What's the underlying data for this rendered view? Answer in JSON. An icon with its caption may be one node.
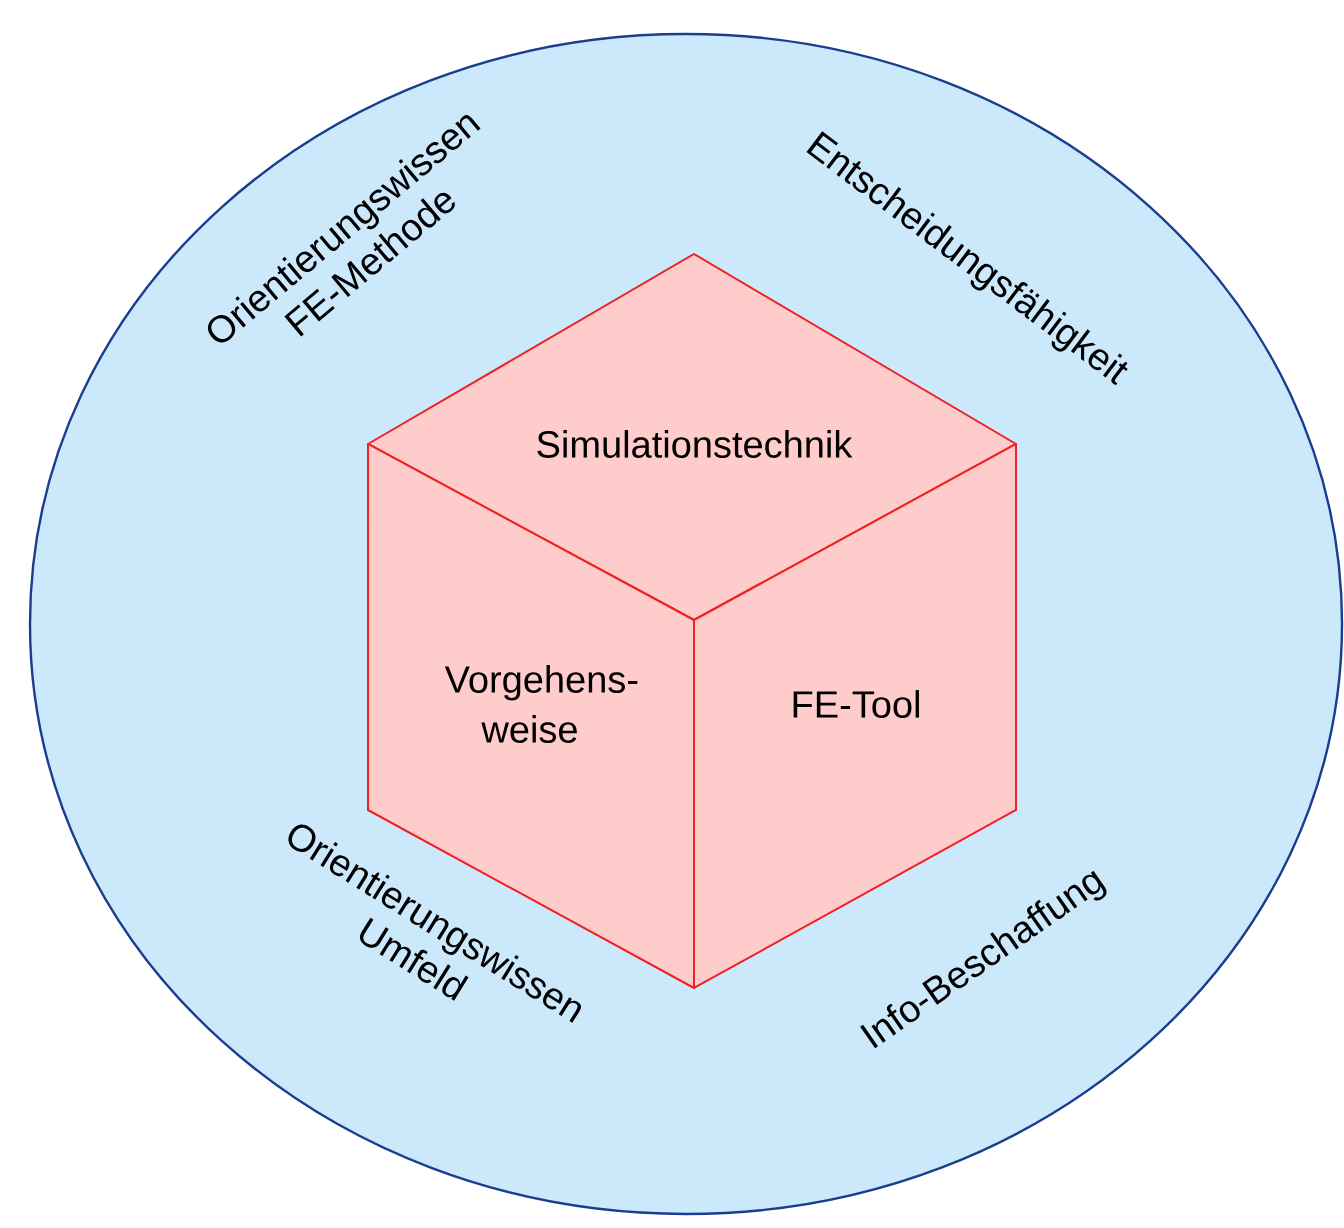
{
  "diagram": {
    "nodes": [
      {
        "text": [
          "Orientierungswissen FE-Methode",
          "Entscheidungsfähigkeit",
          "Orientierungswissen Umfeld",
          "Info-Beschaffung"
        ]
      },
      {
        "text": [
          "Simulationstechnik"
        ],
        "in": 0
      },
      {
        "text": [
          "Vorgehens- weise"
        ],
        "in": 0
      },
      {
        "text": [
          "FE-Tool"
        ],
        "in": 0
      }
    ]
  }
}
